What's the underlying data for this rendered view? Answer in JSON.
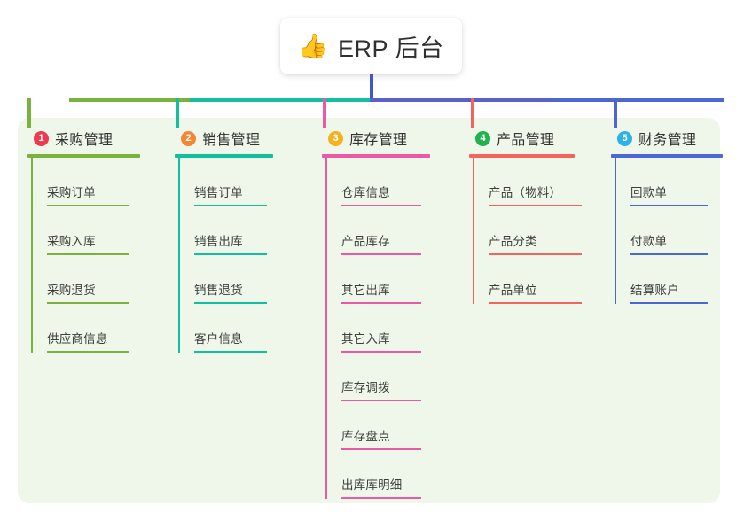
{
  "root": {
    "icon": "thumbs-up-icon",
    "emoji": "👍",
    "title": "ERP 后台"
  },
  "palette": {
    "panel_bg": "#eef7e9",
    "page_bg": "#ffffff",
    "root_stem": "#4355c7",
    "bus_green": "#79b23c",
    "bus_teal": "#12c0a0",
    "bus_purple": "#5a5fc9",
    "bus_blue": "#4a68d0"
  },
  "columns": [
    {
      "number": "1",
      "badge_color": "#f0384f",
      "line_color": "#79b23c",
      "title": "采购管理",
      "children": [
        {
          "label": "采购订单"
        },
        {
          "label": "采购入库"
        },
        {
          "label": "采购退货"
        },
        {
          "label": "供应商信息"
        }
      ]
    },
    {
      "number": "2",
      "badge_color": "#f58634",
      "line_color": "#12c0a0",
      "title": "销售管理",
      "children": [
        {
          "label": "销售订单"
        },
        {
          "label": "销售出库"
        },
        {
          "label": "销售退货"
        },
        {
          "label": "客户信息"
        }
      ]
    },
    {
      "number": "3",
      "badge_color": "#f5b220",
      "line_color": "#ea5aa4",
      "title": "库存管理",
      "children": [
        {
          "label": "仓库信息"
        },
        {
          "label": "产品库存"
        },
        {
          "label": "其它出库"
        },
        {
          "label": "其它入库"
        },
        {
          "label": "库存调拨"
        },
        {
          "label": "库存盘点"
        },
        {
          "label": "出库库明细"
        }
      ]
    },
    {
      "number": "4",
      "badge_color": "#22b14c",
      "line_color": "#f4645c",
      "title": "产品管理",
      "children": [
        {
          "label": "产品（物料）"
        },
        {
          "label": "产品分类"
        },
        {
          "label": "产品单位"
        }
      ]
    },
    {
      "number": "5",
      "badge_color": "#2bb3e8",
      "line_color": "#4a68d0",
      "title": "财务管理",
      "children": [
        {
          "label": "回款单"
        },
        {
          "label": "付款单"
        },
        {
          "label": "结算账户"
        }
      ]
    }
  ]
}
